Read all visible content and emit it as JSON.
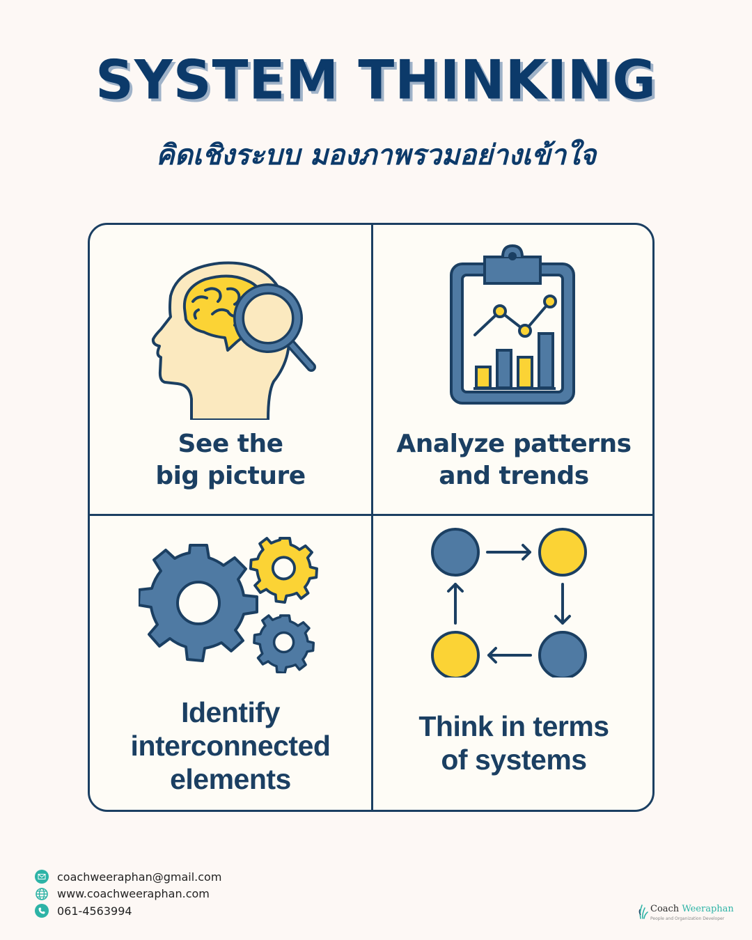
{
  "header": {
    "title": "SYSTEM THINKING",
    "subtitle": "คิดเชิงระบบ มองภาพรวมอย่างเข้าใจ"
  },
  "cards": [
    {
      "id": "big-picture",
      "icon": "head-brain-magnifier-icon",
      "label_line1": "See the",
      "label_line2": "big picture"
    },
    {
      "id": "patterns",
      "icon": "clipboard-chart-icon",
      "label_line1": "Analyze patterns",
      "label_line2": "and trends"
    },
    {
      "id": "interconnected",
      "icon": "gears-icon",
      "label_line1": "Identify",
      "label_line2": "interconnected",
      "label_line3": "elements"
    },
    {
      "id": "systems",
      "icon": "cycle-loop-icon",
      "label_line1": "Think in terms",
      "label_line2": "of systems"
    }
  ],
  "footer": {
    "contacts": [
      {
        "icon": "email-icon",
        "text": "coachweeraphan@gmail.com"
      },
      {
        "icon": "globe-icon",
        "text": "www.coachweeraphan.com"
      },
      {
        "icon": "phone-icon",
        "text": "061-4563994"
      }
    ],
    "brand": {
      "name_part1": "Coach ",
      "name_part2": "Weeraphan",
      "tagline": "People and Organization Developer"
    }
  },
  "colors": {
    "background": "#fdf8f5",
    "navy": "#1b3f62",
    "title_navy": "#0c3a6a",
    "steel_blue": "#4f7aa3",
    "yellow": "#fbd335",
    "skin": "#fbe9bf",
    "teal": "#2db3a6"
  }
}
